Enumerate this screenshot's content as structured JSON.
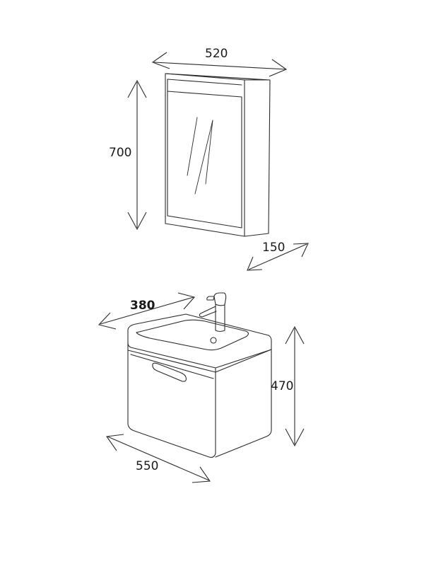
{
  "cabinet": {
    "width_mm": "520",
    "height_mm": "700",
    "depth_mm": "150"
  },
  "vanity": {
    "depth_mm": "380",
    "height_mm": "470",
    "width_mm": "550"
  },
  "colors": {
    "line": "#2b2b2b",
    "background": "#ffffff"
  }
}
